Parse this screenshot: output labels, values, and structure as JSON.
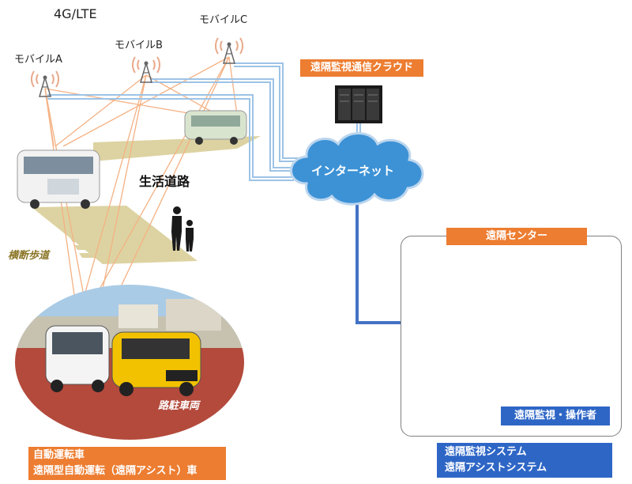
{
  "network": {
    "label": "4G/LTE"
  },
  "towers": [
    {
      "name": "モバイルA"
    },
    {
      "name": "モバイルB"
    },
    {
      "name": "モバイルC"
    }
  ],
  "cloud_service": {
    "label": "遠隔監視通信クラウド"
  },
  "internet": {
    "label": "インターネット"
  },
  "road": {
    "label": "生活道路"
  },
  "crosswalk": {
    "label": "横断歩道"
  },
  "parked": {
    "label": "路駐車両"
  },
  "center": {
    "title": "遠隔センター",
    "operator": "遠隔監視・操作者"
  },
  "vehicle_caption": {
    "line1": "自動運転車",
    "line2": "遠隔型自動運転（遠隔アシスト）車"
  },
  "system_caption": {
    "line1": "遠隔監視システム",
    "line2": "遠隔アシストシステム"
  },
  "colors": {
    "orange": "#ed7d31",
    "blue_label": "#2e66c6",
    "link_blue": "#9dc3e6",
    "backbone": "#4472c4"
  }
}
